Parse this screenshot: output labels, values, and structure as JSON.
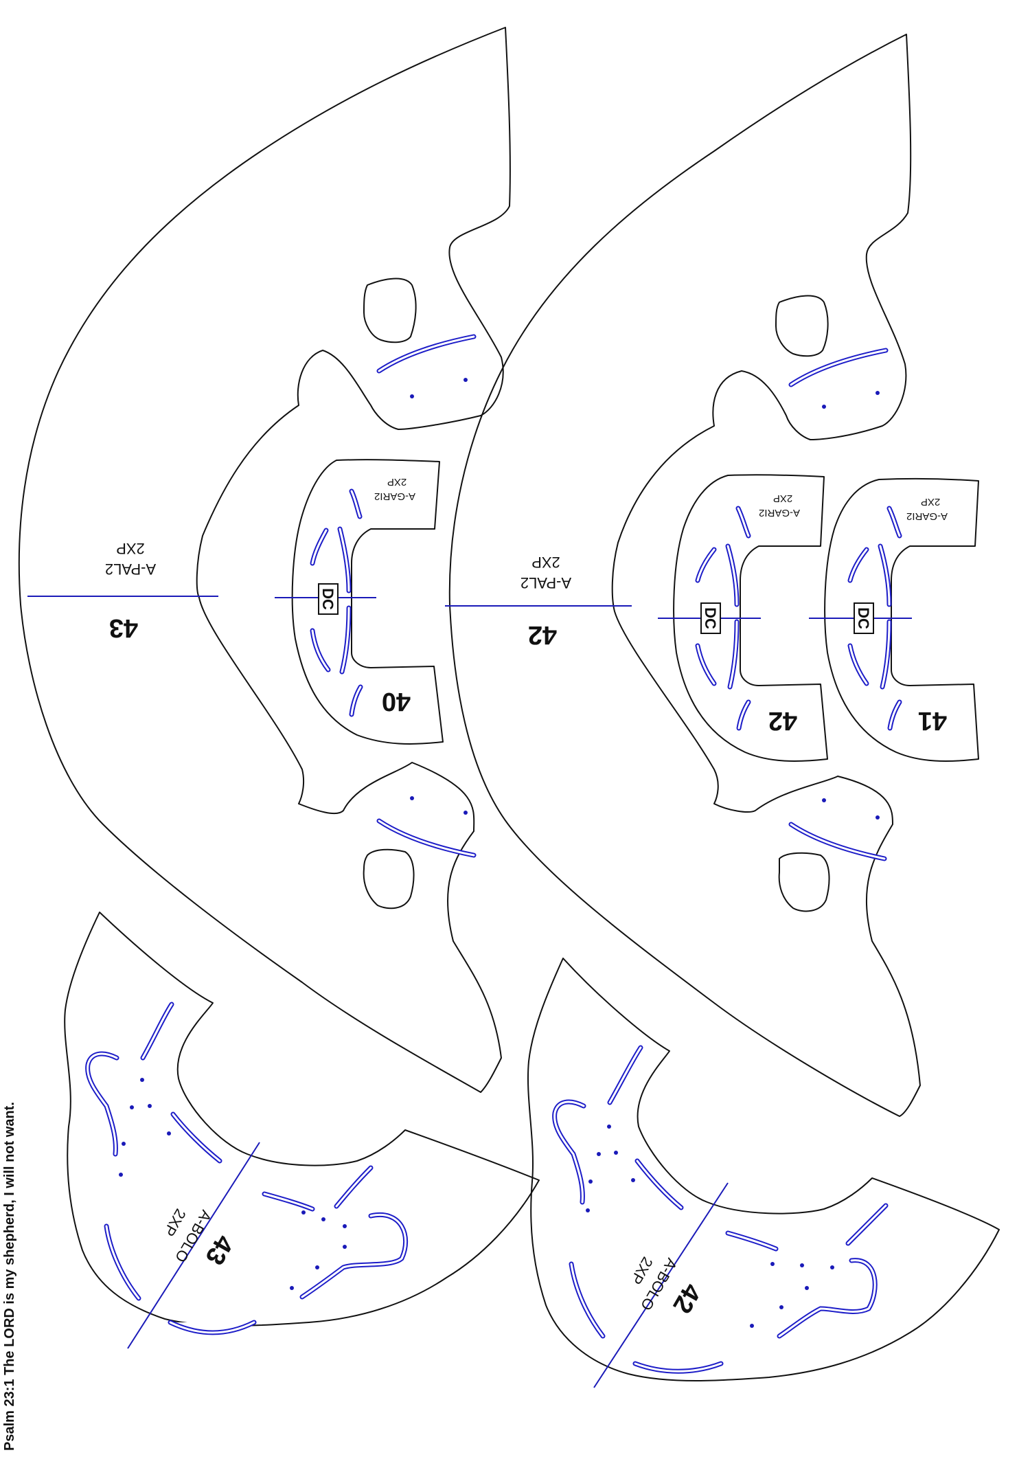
{
  "verse": "Psalm 23:1 The LORD is my shepherd, I will not want.",
  "colors": {
    "outline": "#111111",
    "guide": "#1a1ab8",
    "paper": "#ffffff"
  },
  "logo": {
    "text": "DC",
    "icon": "dc-logo-icon"
  },
  "pieces": {
    "pal_43": {
      "size": "43",
      "code": "A-PAL2",
      "qty": "2XP"
    },
    "pal_42": {
      "size": "42",
      "code": "A-PAL2",
      "qty": "2XP"
    },
    "gari_40": {
      "size": "40",
      "code": "A-GARI2",
      "qty": "2XP"
    },
    "gari_42": {
      "size": "42",
      "code": "A-GARI2",
      "qty": "2XP"
    },
    "gari_41": {
      "size": "41",
      "code": "A-GARI2",
      "qty": "2XP"
    },
    "bolo_43": {
      "size": "43",
      "code": "A-BOLO",
      "qty": "2XP"
    },
    "bolo_42": {
      "size": "42",
      "code": "A-BOLO",
      "qty": "2XP"
    }
  }
}
